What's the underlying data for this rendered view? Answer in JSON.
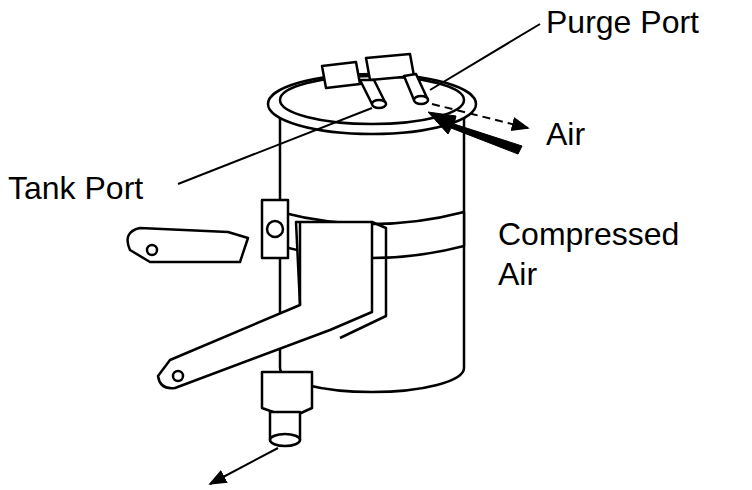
{
  "diagram": {
    "labels": [
      "Purge Port",
      "Tank Port",
      "Air",
      "Compressed Air"
    ]
  }
}
